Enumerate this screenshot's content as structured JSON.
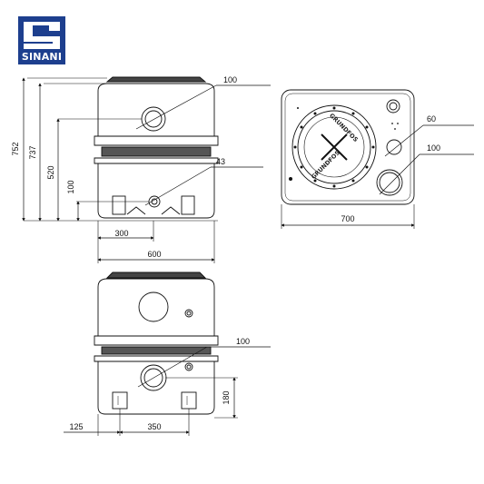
{
  "logo": {
    "name": "SINANI",
    "color": "#1d3f8e"
  },
  "front_view": {
    "heights": [
      "752",
      "737",
      "520",
      "100"
    ],
    "widths": [
      "300",
      "600"
    ],
    "callouts": [
      "100",
      "43"
    ]
  },
  "top_view": {
    "width": "700",
    "callouts": [
      "60",
      "100"
    ],
    "brand_top": "GRUNDFOS",
    "brand_bottom": "GRUNDFOS"
  },
  "side_view": {
    "height": "180",
    "widths": [
      "125",
      "350"
    ],
    "callouts": [
      "100"
    ]
  }
}
